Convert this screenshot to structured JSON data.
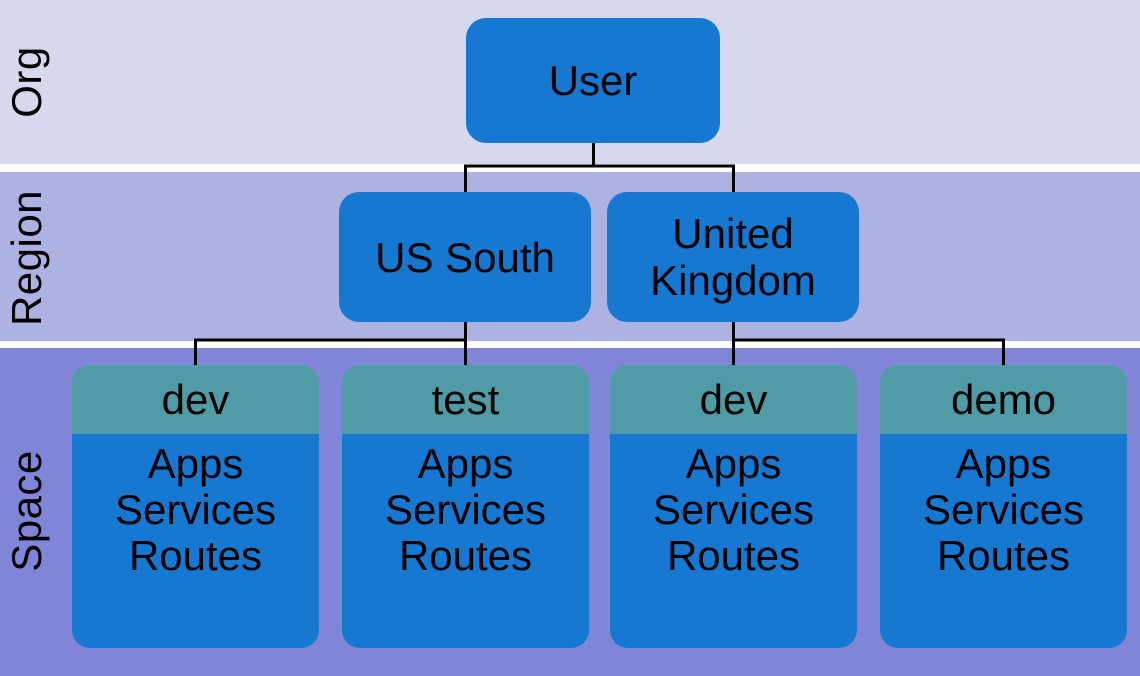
{
  "diagram": {
    "bands": {
      "org": "Org",
      "region": "Region",
      "space": "Space"
    },
    "user": {
      "label": "User"
    },
    "regions": [
      {
        "label": "US South"
      },
      {
        "label": "United Kingdom"
      }
    ],
    "spaces": [
      {
        "name": "dev",
        "items": [
          "Apps",
          "Services",
          "Routes"
        ]
      },
      {
        "name": "test",
        "items": [
          "Apps",
          "Services",
          "Routes"
        ]
      },
      {
        "name": "dev",
        "items": [
          "Apps",
          "Services",
          "Routes"
        ]
      },
      {
        "name": "demo",
        "items": [
          "Apps",
          "Services",
          "Routes"
        ]
      }
    ],
    "colors": {
      "band_org": "#d6d9ee",
      "band_region": "#aeb2e3",
      "band_space": "#8085d7",
      "node_blue": "#1678d0",
      "space_header_teal": "#4f9ca6",
      "gap_white": "#ffffff",
      "connector": "#000000",
      "text": "#000000"
    }
  }
}
